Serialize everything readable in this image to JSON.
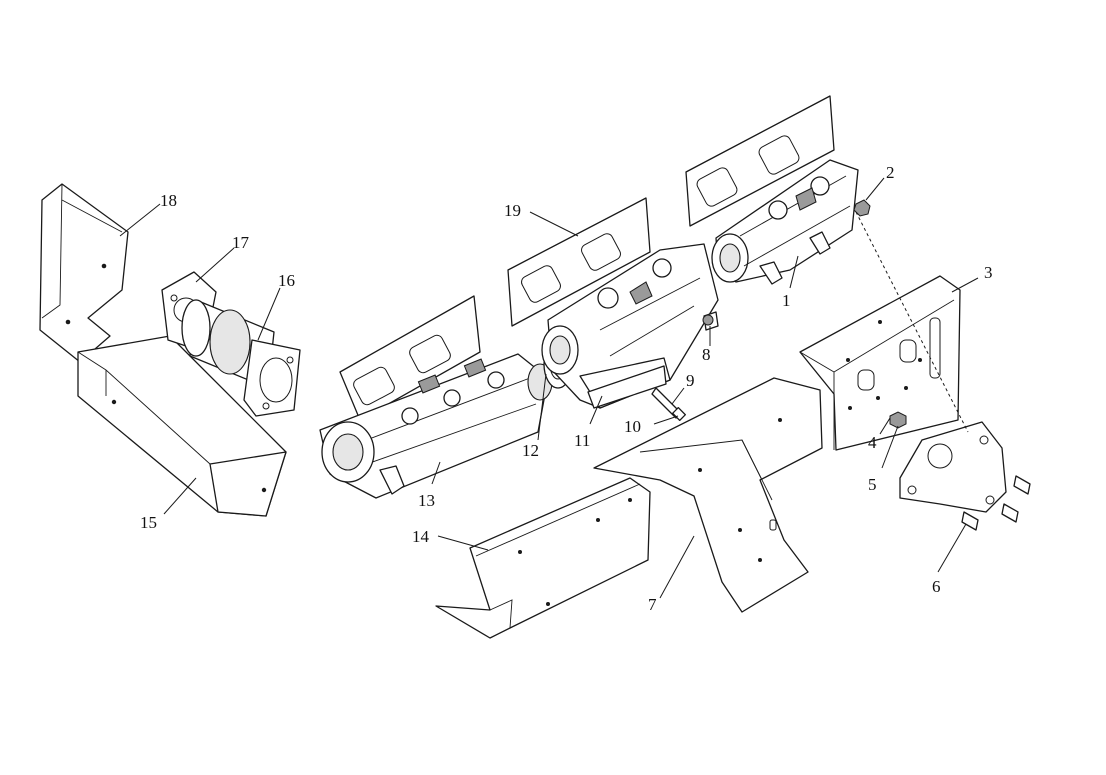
{
  "diagram": {
    "callouts": [
      {
        "number": "1"
      },
      {
        "number": "2"
      },
      {
        "number": "3"
      },
      {
        "number": "4"
      },
      {
        "number": "5"
      },
      {
        "number": "6"
      },
      {
        "number": "7"
      },
      {
        "number": "8"
      },
      {
        "number": "9"
      },
      {
        "number": "10"
      },
      {
        "number": "11"
      },
      {
        "number": "12"
      },
      {
        "number": "13"
      },
      {
        "number": "14"
      },
      {
        "number": "15"
      },
      {
        "number": "16"
      },
      {
        "number": "17"
      },
      {
        "number": "18"
      },
      {
        "number": "19"
      }
    ]
  }
}
